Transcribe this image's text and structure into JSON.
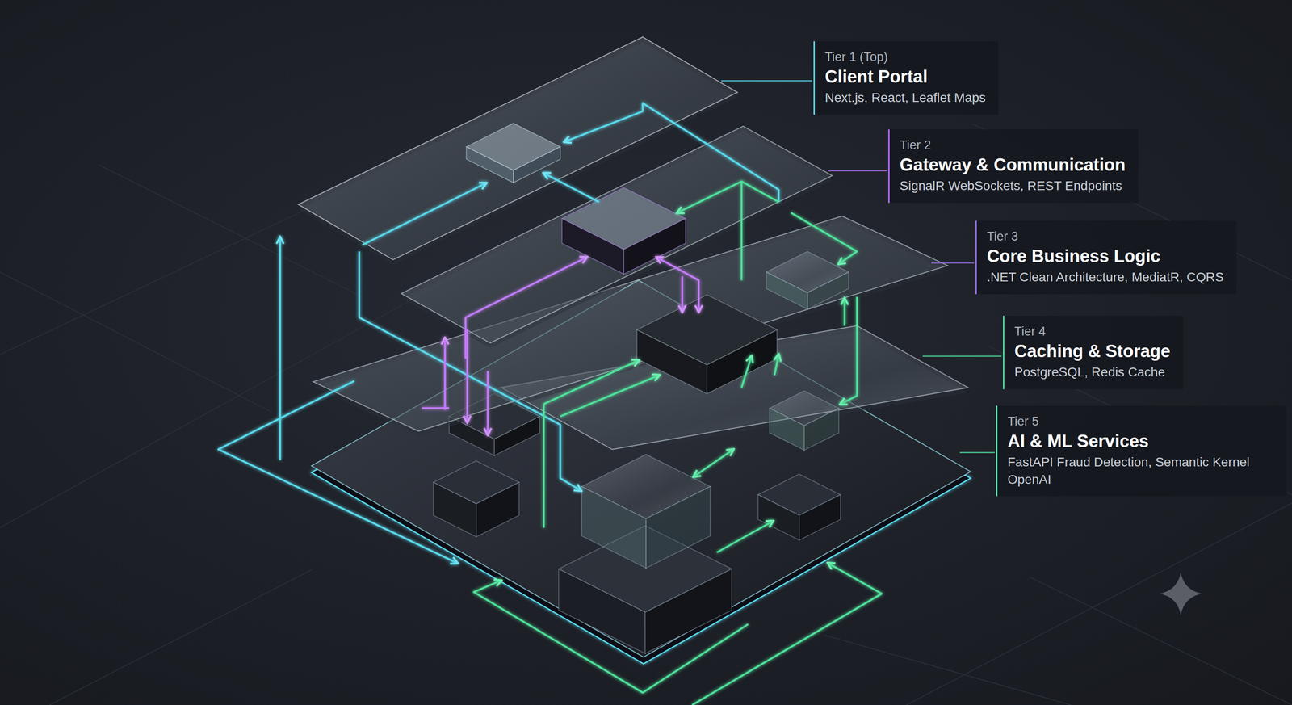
{
  "diagram": {
    "nodes": [
      {
        "text": [
          "Tier 1 (Top)",
          "Client Portal",
          "Next.js, React, Leaflet Maps"
        ]
      },
      {
        "text": [
          "Tier 2",
          "Gateway & Communication",
          "SignalR WebSockets, REST Endpoints"
        ]
      },
      {
        "text": [
          "Tier 3",
          "Core Business Logic",
          ".NET Clean Architecture, MediatR, CQRS"
        ]
      },
      {
        "text": [
          "Tier 4",
          "Caching & Storage",
          "PostgreSQL, Redis Cache"
        ]
      },
      {
        "text": [
          "Tier 5",
          "AI & ML Services",
          "FastAPI Fraud Detection, Semantic Kernel OpenAI"
        ]
      }
    ]
  }
}
